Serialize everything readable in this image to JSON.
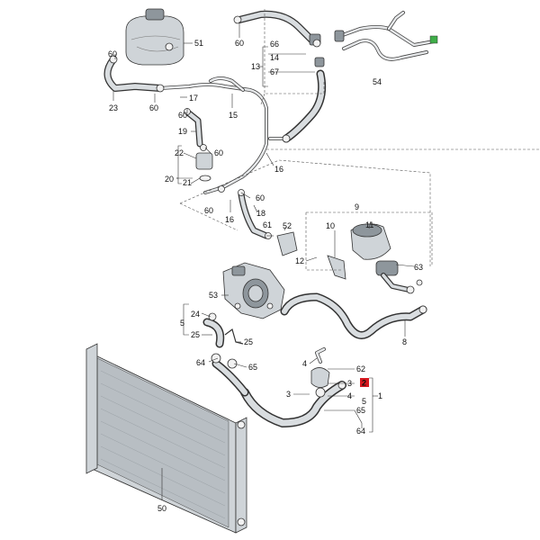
{
  "labels": [
    {
      "id": "50",
      "text": "50"
    },
    {
      "id": "51",
      "text": "51"
    },
    {
      "id": "52",
      "text": "52"
    },
    {
      "id": "53",
      "text": "53"
    },
    {
      "id": "54",
      "text": "54"
    },
    {
      "id": "60a",
      "text": "60"
    },
    {
      "id": "60b",
      "text": "60"
    },
    {
      "id": "60c",
      "text": "60"
    },
    {
      "id": "60d",
      "text": "60"
    },
    {
      "id": "60e",
      "text": "60"
    },
    {
      "id": "60f",
      "text": "60"
    },
    {
      "id": "60g",
      "text": "60"
    },
    {
      "id": "61",
      "text": "61"
    },
    {
      "id": "62",
      "text": "62"
    },
    {
      "id": "63",
      "text": "63"
    },
    {
      "id": "64a",
      "text": "64"
    },
    {
      "id": "64b",
      "text": "64"
    },
    {
      "id": "65a",
      "text": "65"
    },
    {
      "id": "65b",
      "text": "65"
    },
    {
      "id": "66",
      "text": "66"
    },
    {
      "id": "67",
      "text": "67"
    },
    {
      "id": "13",
      "text": "13"
    },
    {
      "id": "14",
      "text": "14"
    },
    {
      "id": "15",
      "text": "15"
    },
    {
      "id": "16a",
      "text": "16"
    },
    {
      "id": "16b",
      "text": "16"
    },
    {
      "id": "17",
      "text": "17"
    },
    {
      "id": "18",
      "text": "18"
    },
    {
      "id": "19",
      "text": "19"
    },
    {
      "id": "20",
      "text": "20"
    },
    {
      "id": "21",
      "text": "21"
    },
    {
      "id": "22",
      "text": "22"
    },
    {
      "id": "23",
      "text": "23"
    },
    {
      "id": "24",
      "text": "24"
    },
    {
      "id": "25a",
      "text": "25"
    },
    {
      "id": "25b",
      "text": "25"
    },
    {
      "id": "1",
      "text": "1"
    },
    {
      "id": "2",
      "text": "2"
    },
    {
      "id": "3a",
      "text": "3"
    },
    {
      "id": "3b",
      "text": "3"
    },
    {
      "id": "4a",
      "text": "4"
    },
    {
      "id": "4b",
      "text": "4"
    },
    {
      "id": "5a",
      "text": "5"
    },
    {
      "id": "5b",
      "text": "5"
    },
    {
      "id": "8",
      "text": "8"
    },
    {
      "id": "9",
      "text": "9"
    },
    {
      "id": "10",
      "text": "10"
    },
    {
      "id": "11",
      "text": "11"
    },
    {
      "id": "12",
      "text": "12"
    }
  ],
  "highlight": {
    "label_id": "2",
    "color": "#d71920",
    "text_color": "#ffffff"
  },
  "colors": {
    "line": "#333333",
    "part_fill": "#cfd4d8",
    "hose_fill": "#d9dde0",
    "background": "#ffffff"
  }
}
